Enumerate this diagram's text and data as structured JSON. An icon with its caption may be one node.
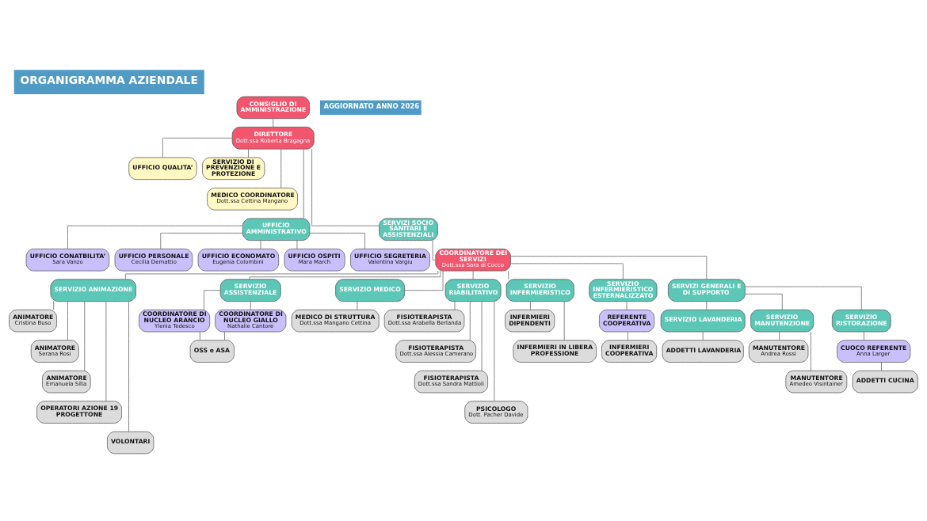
{
  "diagram": {
    "title": "ORGANIGRAMMA AZIENDALE",
    "nodes": [
      {
        "text": [
          "CONSIGLIO DI AMMINISTRAZIONE"
        ]
      },
      {
        "text": [
          "DIRETTORE",
          "Dott.ssa Roberta Bragagna"
        ]
      },
      {
        "text": [
          "UFFICIO QUALITA’"
        ]
      },
      {
        "text": [
          "SERVIZIO DI PREVENZIONE E PROTEZIONE"
        ]
      },
      {
        "text": [
          "MEDICO COORDINATORE",
          "Dott.ssa Cettina Mangano"
        ]
      },
      {
        "text": [
          "UFFICIO AMMINISTRATIVO"
        ]
      },
      {
        "text": [
          "SERVIZI SOCIO SANITARI E ASSISTENZIALI"
        ]
      },
      {
        "text": [
          "UFFICIO CONATBILITA’",
          "Sara Vanzo"
        ]
      },
      {
        "text": [
          "UFFICIO PERSONALE",
          "Cecilia Demattio"
        ]
      },
      {
        "text": [
          "UFFICIO ECONOMATO",
          "Eugenia Colombini"
        ]
      },
      {
        "text": [
          "UFFICIO OSPITI",
          "Mara March"
        ]
      },
      {
        "text": [
          "UFFICIO SEGRETERIA",
          "Valentina Vargiu"
        ]
      },
      {
        "text": [
          "COORDINATORE DEI SERVIZI",
          "Dott.ssa Sara di Cocco"
        ]
      },
      {
        "text": [
          "SERVIZIO ANIMAZIONE"
        ]
      },
      {
        "text": [
          "SERVIZIO ASSISTENZIALE"
        ]
      },
      {
        "text": [
          "SERVIZIO MEDICO"
        ]
      },
      {
        "text": [
          "SERVIZIO RIABILITATIVO"
        ]
      },
      {
        "text": [
          "SERVIZIO INFERMIERISTICO"
        ]
      },
      {
        "text": [
          "SERVIZIO INFERMIERISTICO ESTERNALIZZATO"
        ]
      },
      {
        "text": [
          "SERVIZI GENERALI E DI SUPPORTO"
        ]
      },
      {
        "text": [
          "ANIMATORE",
          "Cristina Buso"
        ]
      },
      {
        "text": [
          "ANIMATORE",
          "Serana Rosi"
        ]
      },
      {
        "text": [
          "ANIMATORE",
          "Emanuela Silla"
        ]
      },
      {
        "text": [
          "OPERATORI AZIONE 19 PROGETTONE"
        ]
      },
      {
        "text": [
          "VOLONTARI"
        ]
      },
      {
        "text": [
          "COORDINATORE DI NUCLEO ARANCIO",
          "Ylenia Tedesco"
        ]
      },
      {
        "text": [
          "COORDINATORE DI NUCLEO GIALLO",
          "Nathalie Cantore"
        ]
      },
      {
        "text": [
          "OSS e ASA"
        ]
      },
      {
        "text": [
          "MEDICO DI STRUTTURA",
          "Dott.ssa Mangano Cettina"
        ]
      },
      {
        "text": [
          "FISIOTERAPISTA",
          "Dott.ssa Arabella Berlanda"
        ]
      },
      {
        "text": [
          "FISIOTERAPISTA",
          "Dott.ssa Alessia Camerano"
        ]
      },
      {
        "text": [
          "FISIOTERAPISTA",
          "Dott.ssa Sandra Mattioli"
        ]
      },
      {
        "text": [
          "PSICOLOGO",
          "Dott. Pacher Davide"
        ]
      },
      {
        "text": [
          "INFERMIERI DIPENDENTI"
        ]
      },
      {
        "text": [
          "INFERMIERI IN LIBERA PROFESSIONE"
        ]
      },
      {
        "text": [
          "REFERENTE COOPERATIVA"
        ]
      },
      {
        "text": [
          "INFERMIERI COOPERATIVA"
        ]
      },
      {
        "text": [
          "SERVIZIO LAVANDERIA"
        ]
      },
      {
        "text": [
          "SERVIZIO MANUTENZIONE"
        ]
      },
      {
        "text": [
          "SERVIZIO RISTORAZIONE"
        ]
      },
      {
        "text": [
          "ADDETTI LAVANDERIA"
        ]
      },
      {
        "text": [
          "MANUTENTORE",
          "Andrea Rossi"
        ]
      },
      {
        "text": [
          "MANUTENTORE",
          "Amedeo Visintainer"
        ]
      },
      {
        "text": [
          "CUOCO REFERENTE",
          "Anna Larger"
        ]
      },
      {
        "text": [
          "ADDETTI CUCINA"
        ]
      }
    ],
    "edges": [
      {
        "from": 0,
        "to": 1,
        "arrow": "none"
      },
      {
        "from": 1,
        "to": 2,
        "arrow": "none"
      },
      {
        "from": 1,
        "to": 3,
        "arrow": "none"
      },
      {
        "from": 1,
        "to": 4,
        "arrow": "none"
      },
      {
        "from": 1,
        "to": 5,
        "arrow": "none"
      },
      {
        "from": 1,
        "to": 6,
        "arrow": "none"
      },
      {
        "from": 5,
        "to": 7,
        "arrow": "none"
      },
      {
        "from": 5,
        "to": 8,
        "arrow": "none"
      },
      {
        "from": 5,
        "to": 9,
        "arrow": "none"
      },
      {
        "from": 5,
        "to": 10,
        "arrow": "none"
      },
      {
        "from": 5,
        "to": 11,
        "arrow": "none"
      },
      {
        "from": 6,
        "to": 12,
        "arrow": "none"
      },
      {
        "from": 12,
        "to": 13,
        "arrow": "none"
      },
      {
        "from": 12,
        "to": 14,
        "arrow": "none"
      },
      {
        "from": 12,
        "to": 15,
        "arrow": "none"
      },
      {
        "from": 12,
        "to": 16,
        "arrow": "none"
      },
      {
        "from": 12,
        "to": 17,
        "arrow": "none"
      },
      {
        "from": 12,
        "to": 18,
        "arrow": "none"
      },
      {
        "from": 12,
        "to": 19,
        "arrow": "none"
      },
      {
        "from": 13,
        "to": 20,
        "arrow": "none"
      },
      {
        "from": 13,
        "to": 21,
        "arrow": "none"
      },
      {
        "from": 13,
        "to": 22,
        "arrow": "none"
      },
      {
        "from": 13,
        "to": 23,
        "arrow": "none"
      },
      {
        "from": 13,
        "to": 24,
        "arrow": "none"
      },
      {
        "from": 14,
        "to": 25,
        "arrow": "none"
      },
      {
        "from": 14,
        "to": 26,
        "arrow": "none"
      },
      {
        "from": 25,
        "to": 27,
        "arrow": "none"
      },
      {
        "from": 26,
        "to": 27,
        "arrow": "none"
      },
      {
        "from": 15,
        "to": 28,
        "arrow": "none"
      },
      {
        "from": 16,
        "to": 29,
        "arrow": "none"
      },
      {
        "from": 16,
        "to": 30,
        "arrow": "none"
      },
      {
        "from": 16,
        "to": 31,
        "arrow": "none"
      },
      {
        "from": 16,
        "to": 32,
        "arrow": "none"
      },
      {
        "from": 17,
        "to": 33,
        "arrow": "none"
      },
      {
        "from": 17,
        "to": 34,
        "arrow": "none"
      },
      {
        "from": 18,
        "to": 35,
        "arrow": "none"
      },
      {
        "from": 35,
        "to": 36,
        "arrow": "none"
      },
      {
        "from": 19,
        "to": 37,
        "arrow": "none"
      },
      {
        "from": 19,
        "to": 38,
        "arrow": "none"
      },
      {
        "from": 19,
        "to": 39,
        "arrow": "none"
      },
      {
        "from": 37,
        "to": 40,
        "arrow": "none"
      },
      {
        "from": 38,
        "to": 41,
        "arrow": "none"
      },
      {
        "from": 38,
        "to": 42,
        "arrow": "none"
      },
      {
        "from": 39,
        "to": 43,
        "arrow": "none"
      },
      {
        "from": 43,
        "to": 44,
        "arrow": "none"
      }
    ],
    "labels": [
      "AGGIORNATO ANNO 2026"
    ]
  }
}
